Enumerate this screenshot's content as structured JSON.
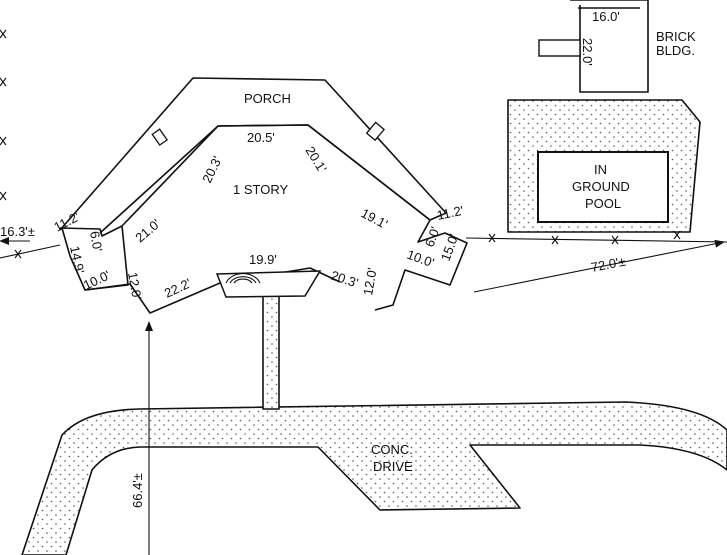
{
  "labels": {
    "porch": "PORCH",
    "story": "1  STORY",
    "brick_line1": "BRICK",
    "brick_line2": "BLDG.",
    "pool_line1": "IN",
    "pool_line2": "GROUND",
    "pool_line3": "POOL",
    "drive_line1": "CONC.",
    "drive_line2": "DRIVE"
  },
  "dimensions": {
    "left_offset": "16.3'±",
    "left_11_2": "11.2'",
    "d_6_0_left": "6.0'",
    "d_14_9": "14.9'",
    "d_21_0": "21.0'",
    "d_20_3_upper": "20.3'",
    "d_20_5": "20.5'",
    "d_20_1": "20.1'",
    "d_19_1": "19.1'",
    "d_10_0_left": "10.0'",
    "d_12_0_left": "12.0'",
    "d_22_2": "22.2'",
    "d_19_9": "19.9'",
    "d_20_3_lower": "20.3'",
    "d_12_0_right": "12.0'",
    "d_10_0_right": "10.0'",
    "d_6_0_right": "6.0'",
    "d_15_0": "15.0'",
    "right_11_2": "11.2'",
    "d_72_0": "72.0'±",
    "d_66_4": "66.4'±",
    "d_16_0": "16.0'",
    "d_22_0": "22.0'"
  }
}
